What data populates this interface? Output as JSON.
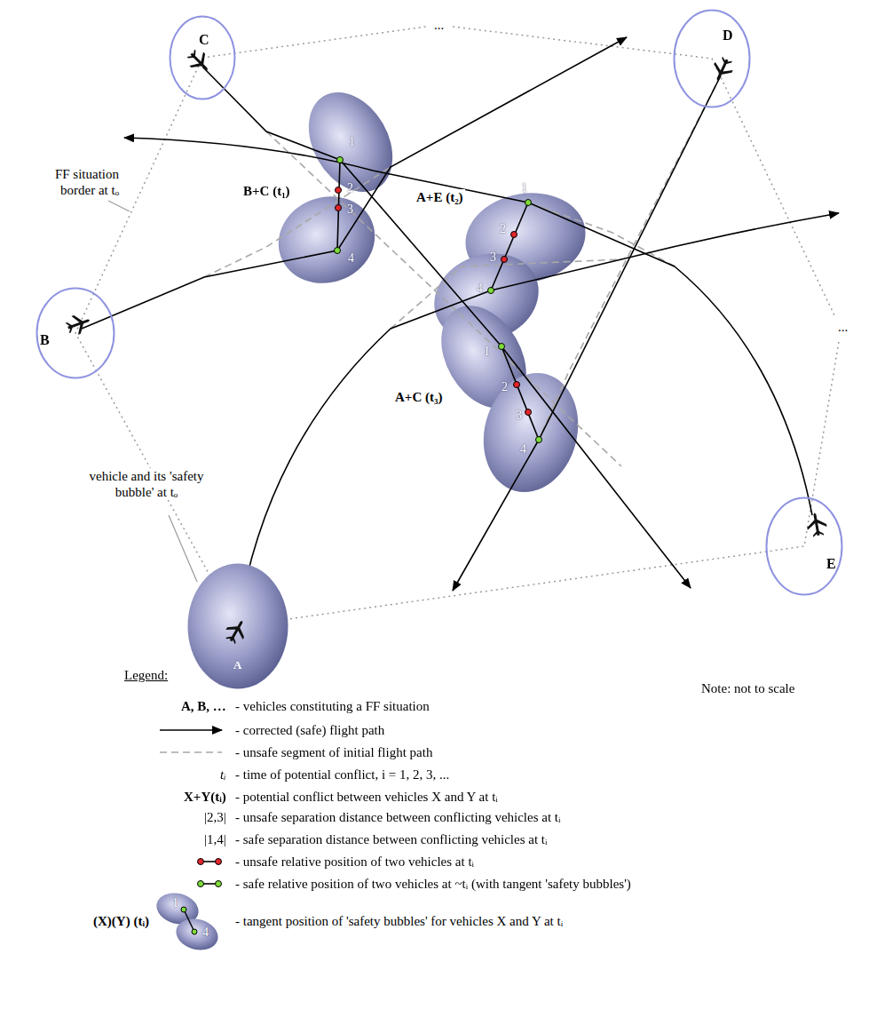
{
  "diagram": {
    "nodes": [
      {
        "text": [
          "C"
        ]
      },
      {
        "text": [
          "D"
        ]
      },
      {
        "text": [
          "B"
        ]
      },
      {
        "text": [
          "A"
        ]
      },
      {
        "text": [
          "E"
        ]
      }
    ],
    "labels": [
      "...",
      "FF situation border at tₒ",
      "B+C (t₁)",
      "1",
      "2",
      "3",
      "4",
      "A+E (t₂)",
      "1",
      "2",
      "3",
      "4",
      "A+C (t₃)",
      "1",
      "2",
      "3",
      "4",
      "...",
      "vehicle and its 'safety bubble' at tₒ",
      "Legend:",
      "Note: not to scale",
      "A, B, …",
      "tᵢ",
      "X+Y(tᵢ)",
      "|2,3|",
      "|1,4|",
      "(X)(Y) (tᵢ)",
      "1",
      "4"
    ],
    "legend": [
      {
        "text": "- vehicles constituting a FF situation"
      },
      {
        "text": "- corrected (safe) flight path"
      },
      {
        "text": "- unsafe segment of initial flight path"
      },
      {
        "text": "- time of potential conflict, i = 1, 2, 3, ..."
      },
      {
        "text": "- potential conflict between vehicles X and Y at tᵢ"
      },
      {
        "text": "- unsafe separation distance between conflicting vehicles at tᵢ"
      },
      {
        "text": "- safe separation distance between conflicting vehicles at tᵢ"
      },
      {
        "text": "- unsafe relative position of two vehicles at tᵢ"
      },
      {
        "text": "- safe relative position of two vehicles at ~tᵢ (with tangent 'safety bubbles')"
      },
      {
        "text": "- tangent position of 'safety bubbles' for vehicles X and Y at tᵢ"
      }
    ]
  }
}
